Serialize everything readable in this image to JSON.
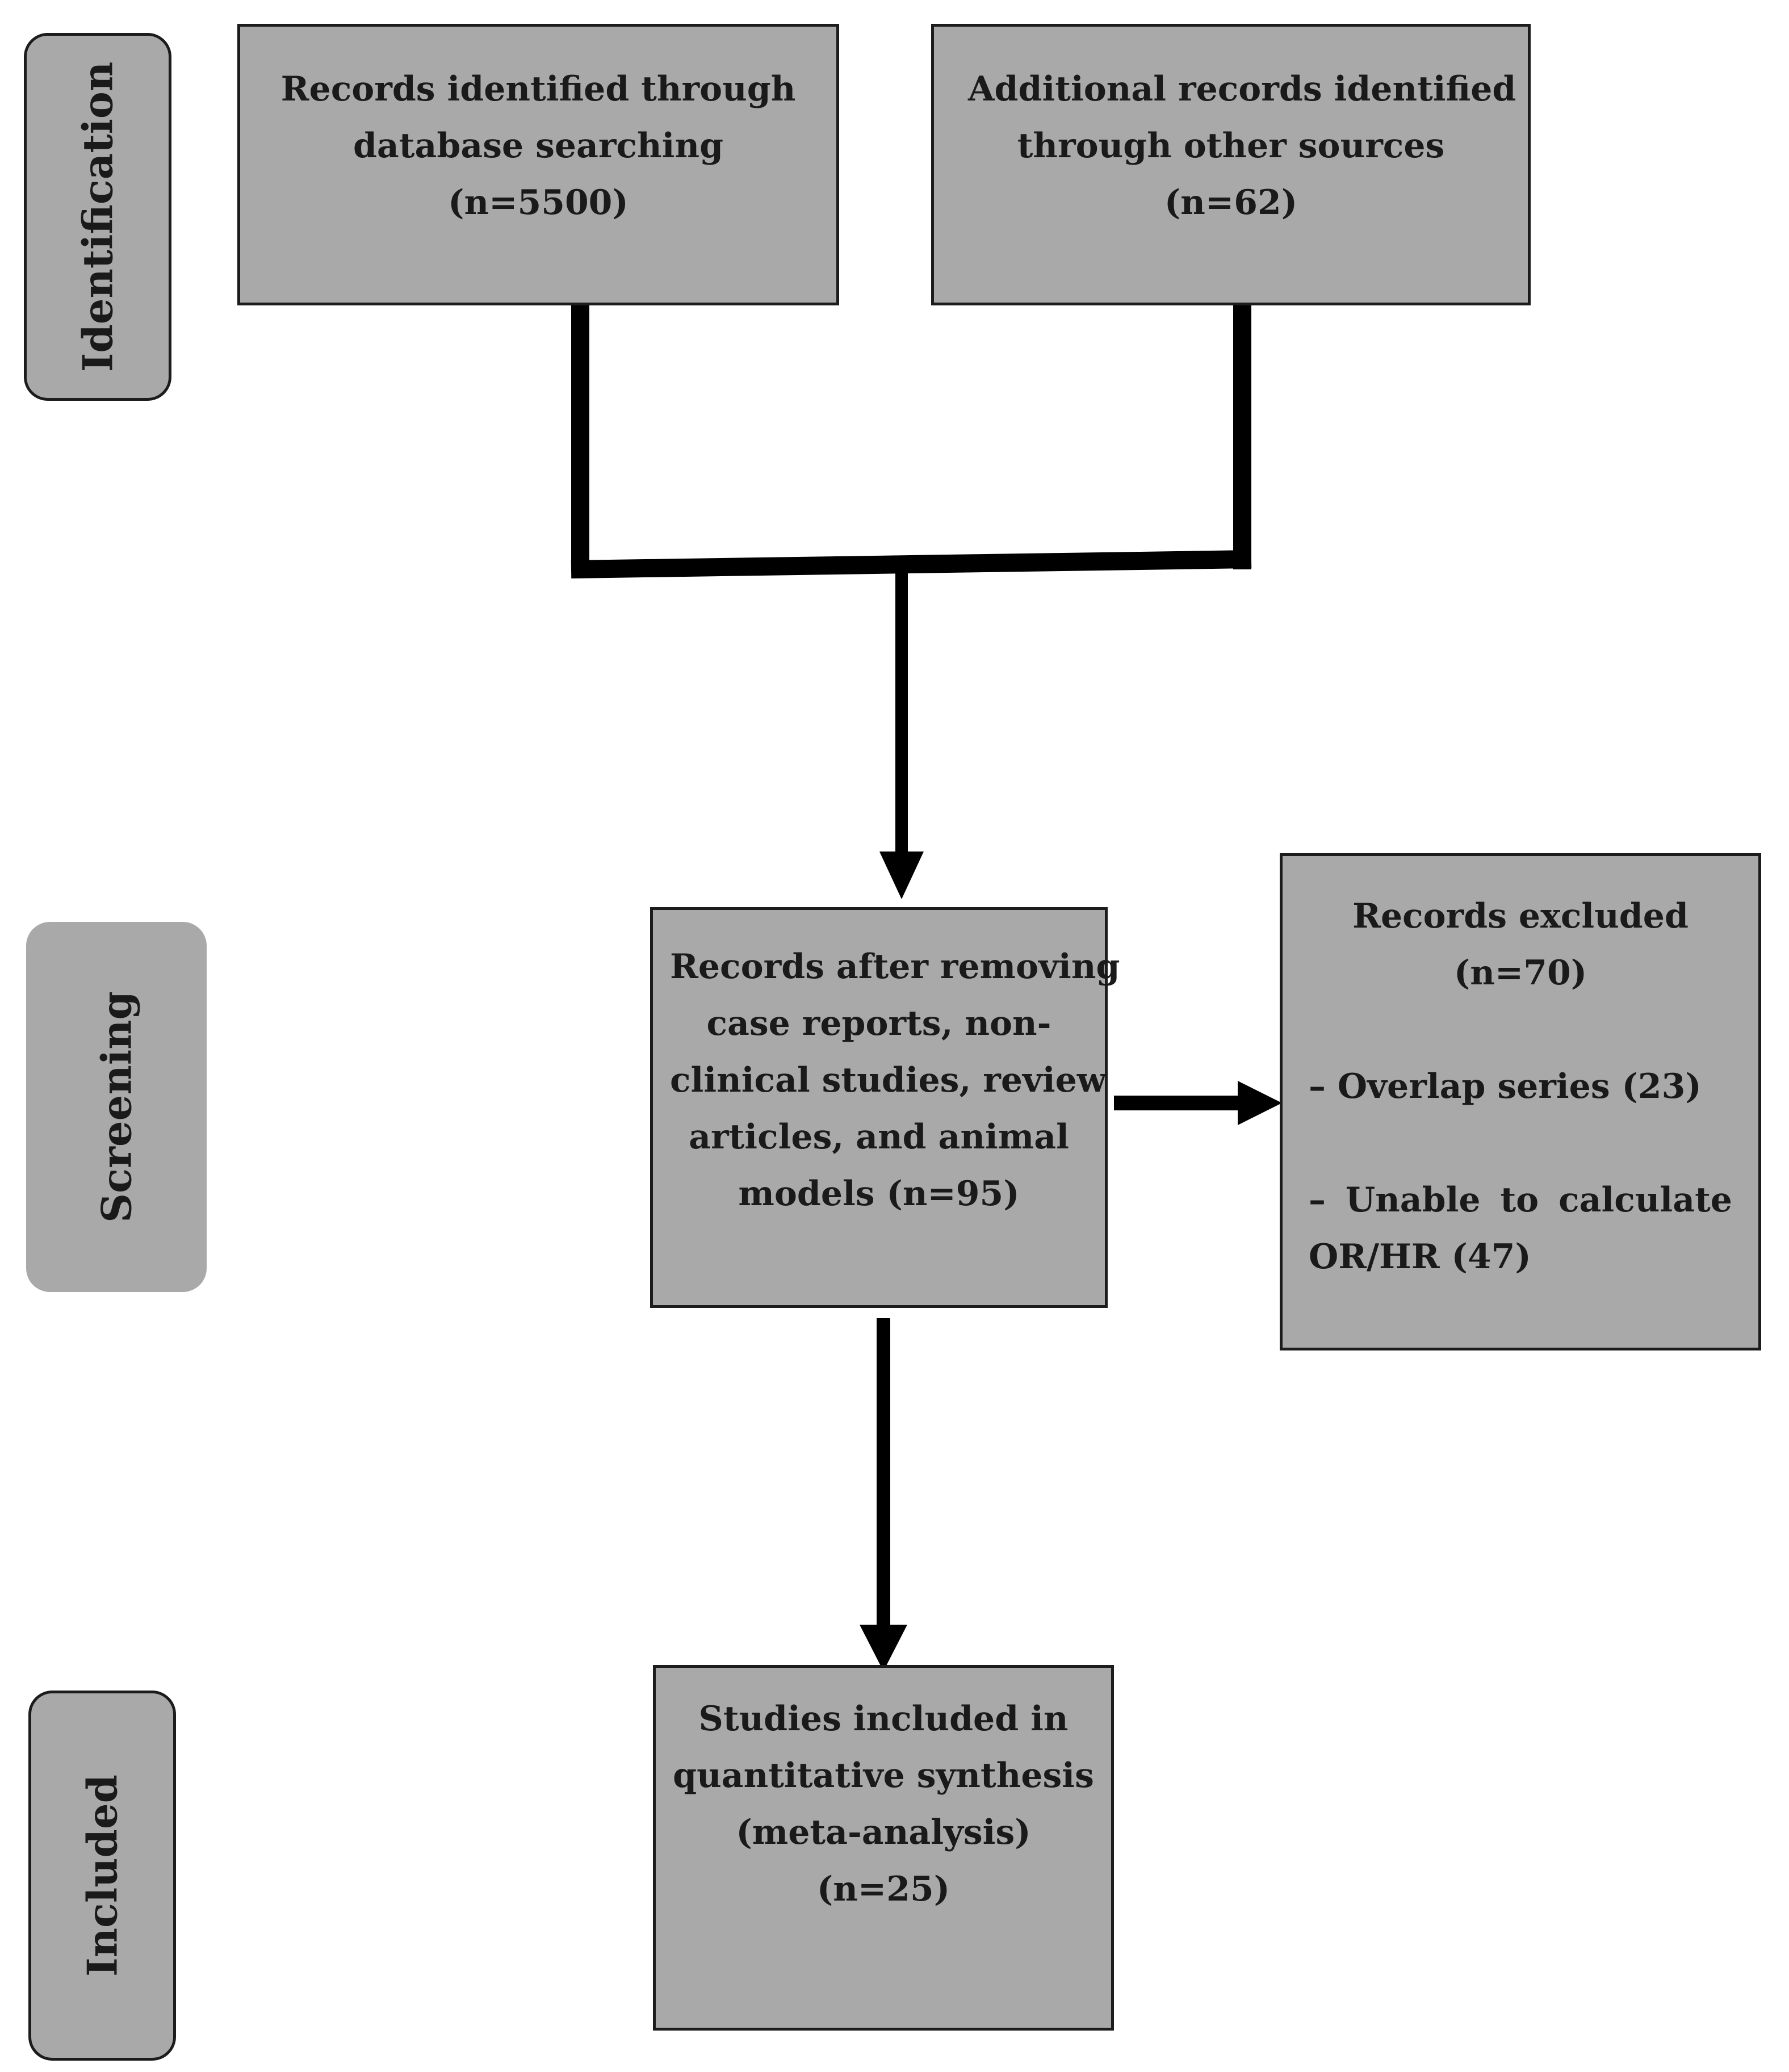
{
  "phases": {
    "identification": "Identification",
    "screening": "Screening",
    "included": "Included"
  },
  "boxes": {
    "database": {
      "lines": [
        "Records identified through",
        "database searching",
        "(n=5500)"
      ]
    },
    "other_sources": {
      "lines": [
        "Additional records identified",
        "through other sources",
        "(n=62)"
      ]
    },
    "after_removal": {
      "lines": [
        "Records after removing",
        "case reports, non-",
        "clinical studies, review",
        "articles, and animal",
        "models (n=95)"
      ]
    },
    "excluded": {
      "title": "Records excluded",
      "count": "(n=70)",
      "item1": "– Overlap series (23)",
      "item2_words": [
        "–",
        "Unable",
        "to",
        "calculate"
      ],
      "item2_tail": "OR/HR (47)"
    },
    "included": {
      "lines": [
        "Studies included in",
        "quantitative synthesis",
        "(meta-analysis)",
        "(n=25)"
      ]
    }
  },
  "colors": {
    "box_fill": "#a9a9a9",
    "stroke": "#000000"
  }
}
